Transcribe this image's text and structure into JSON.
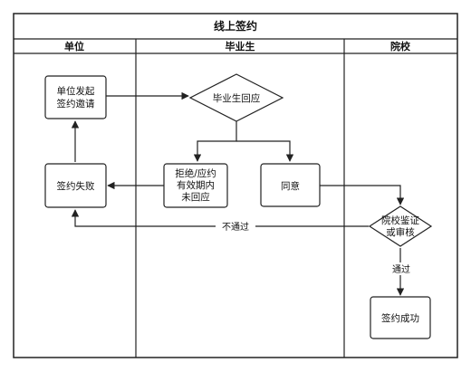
{
  "diagram": {
    "title": "线上签约",
    "lanes": {
      "unit": "单位",
      "graduate": "毕业生",
      "school": "院校"
    },
    "nodes": {
      "invite": [
        "单位发起",
        "签约邀请"
      ],
      "respond": "毕业生回应",
      "reject": [
        "拒绝/应约",
        "有效期内",
        "未回应"
      ],
      "agree": "同意",
      "fail": "签约失败",
      "verify": [
        "院校鉴证",
        "或审核"
      ],
      "success": "签约成功"
    },
    "edges": {
      "not_pass": "不通过",
      "pass": "通过"
    }
  }
}
